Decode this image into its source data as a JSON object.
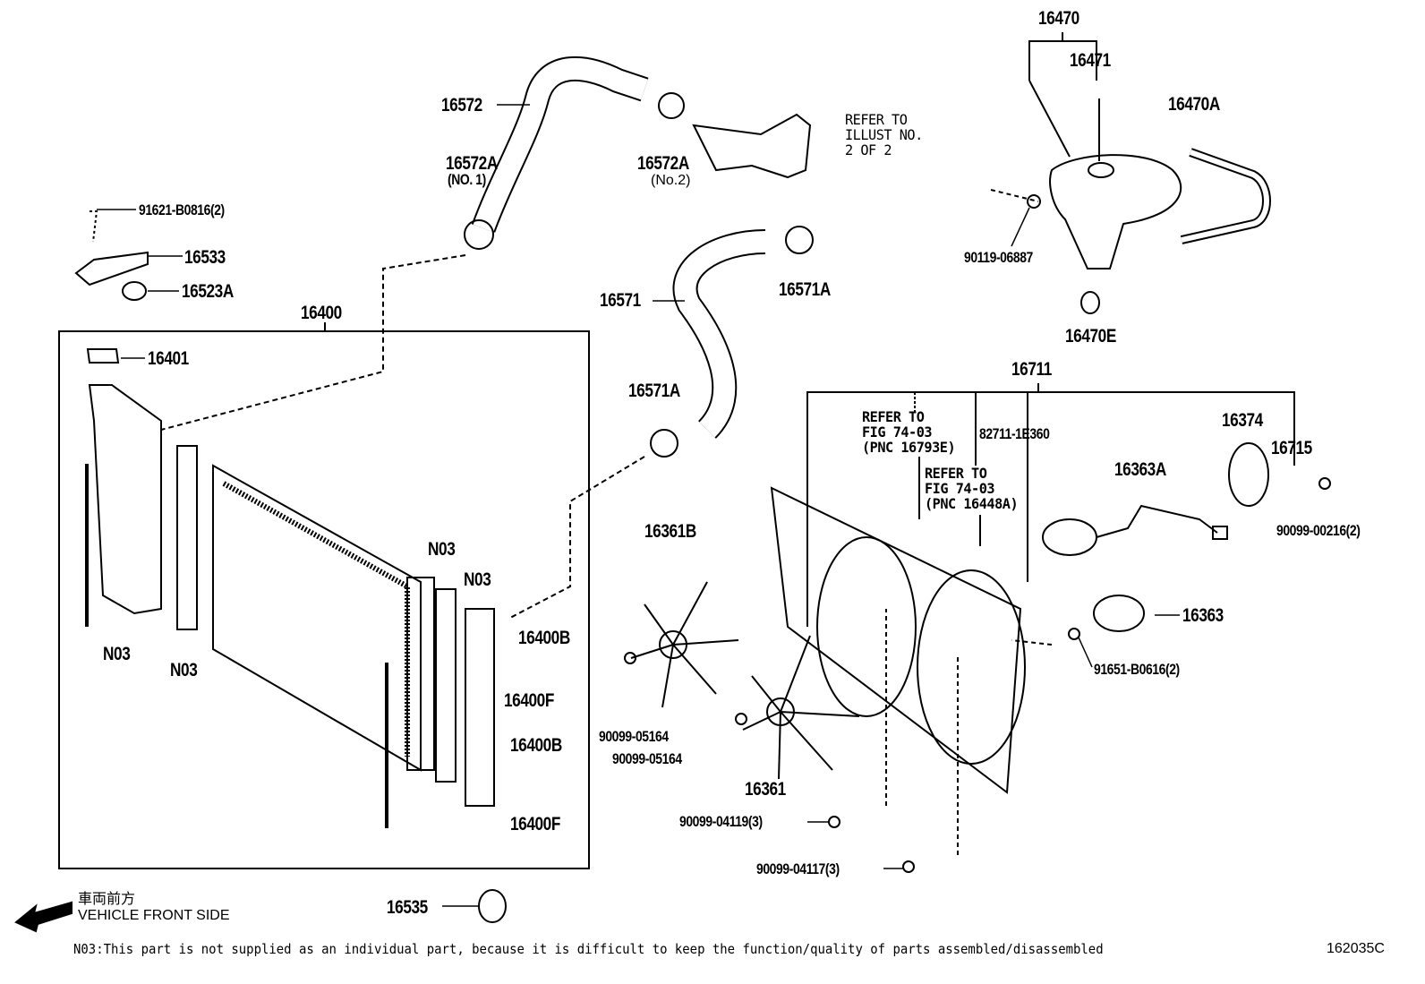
{
  "labels": {
    "p16470": "16470",
    "p16471": "16471",
    "p16470A": "16470A",
    "p16572": "16572",
    "p16572A_1": "16572A",
    "p16572A_1_sub": "(NO. 1)",
    "p16572A_2": "16572A",
    "p16572A_2_sub": "(No.2)",
    "refer_illust": "REFER TO\nILLUST NO.\n2 OF 2",
    "p91621": "91621-B0816(2)",
    "p16533": "16533",
    "p16523A": "16523A",
    "p90119": "90119-06887",
    "p16571": "16571",
    "p16571A_top": "16571A",
    "p16400": "16400",
    "p16470E": "16470E",
    "p16401": "16401",
    "p16711": "16711",
    "p16571A_bottom": "16571A",
    "refer_16793E": "REFER TO\nFIG 74-03\n(PNC 16793E)",
    "p82711": "82711-1E360",
    "p16374": "16374",
    "p16715": "16715",
    "p16363A": "16363A",
    "refer_16448A": "REFER TO\nFIG 74-03\n(PNC 16448A)",
    "p16361B": "16361B",
    "p90099_00216": "90099-00216(2)",
    "n03_a": "N03",
    "n03_b": "N03",
    "p16363": "16363",
    "p16400B_1": "16400B",
    "n03_c": "N03",
    "n03_d": "N03",
    "p91651": "91651-B0616(2)",
    "p16400F_1": "16400F",
    "p90099_05164_a": "90099-05164",
    "p16400B_2": "16400B",
    "p90099_05164_b": "90099-05164",
    "p16361": "16361",
    "p16400F_2": "16400F",
    "p90099_04119": "90099-04119(3)",
    "p90099_04117": "90099-04117(3)",
    "p16535": "16535"
  },
  "direction": {
    "japanese": "車両前方",
    "english": "VEHICLE FRONT SIDE",
    "icon": "arrow-down-left-icon"
  },
  "footer": {
    "note": "N03:This part is not supplied as an individual part, because it is difficult to keep the function/quality of parts assembled/disassembled",
    "illustration_id": "162035C"
  }
}
